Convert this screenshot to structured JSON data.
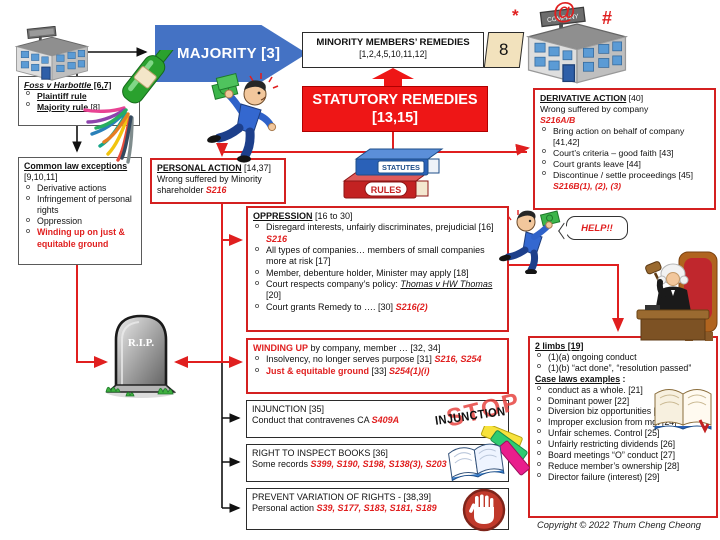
{
  "majority": {
    "label": "MAJORITY [3]"
  },
  "minority": {
    "title": "MINORITY MEMBERS’ REMEDIES",
    "refs": "[1,2,4,5,10,11,12]",
    "page": "8"
  },
  "marks": {
    "asterisk": "*",
    "at": "@",
    "hash": "#"
  },
  "statutory": {
    "line1": "STATUTORY REMEDIES",
    "line2": "[13,15]"
  },
  "foss": {
    "title": "Foss v Harbottle",
    "title_ref": " [6,7]",
    "item1": "Plaintiff rule",
    "item2": "Majority rule",
    "item2_ref": " [8]"
  },
  "common_law": {
    "title": "Common law exceptions",
    "title_ref": " [9,10,11]",
    "items": [
      "Derivative actions",
      "Infringement of personal rights",
      "Oppression"
    ],
    "red_item": "Winding up on just & equitable ground"
  },
  "personal": {
    "title": "PERSONAL ACTION",
    "title_ref": " [14,37]",
    "body": "Wrong suffered by Minority shareholder ",
    "ref": "S216"
  },
  "oppression": {
    "title": "OPPRESSION",
    "title_ref": " [16 to 30]",
    "i1": "Disregard interests, unfairly discriminates, prejudicial [16]  ",
    "i1_ref": "S216",
    "i2": "All types of companies… members of small companies more at risk [17]",
    "i3": "Member, debenture holder, Minister may apply [18]",
    "i4": "Court respects company’s policy: ",
    "i4_case": "Thomas v HW Thomas",
    "i4_tail": " [20]",
    "i5": "Court grants Remedy to …. [30] ",
    "i5_ref": "S216(2)"
  },
  "winding": {
    "lead": "WINDING UP",
    "lead_tail": " by company, member …  [32, 34]",
    "i1": "Insolvency, no longer serves purpose [31] ",
    "i1_ref": "S216, S254",
    "i2": "Just & equitable ground",
    "i2_mid": " [33] ",
    "i2_ref": "S254(1)(i)"
  },
  "injunction": {
    "title": "INJUNCTION [35]",
    "body": "Conduct that contravenes CA ",
    "ref": "S409A",
    "stamp": "INJUNCTION",
    "stamp_bg": "STOP"
  },
  "inspect": {
    "title": "RIGHT TO INSPECT BOOKS [36]",
    "body": "Some records ",
    "ref": "S399, S190, S198, S138(3), S203"
  },
  "prevent": {
    "title": "PREVENT VARIATION OF RIGHTS - [38,39]",
    "body": "Personal action ",
    "ref": "S39, S177, S183, S181, S189"
  },
  "derivative": {
    "title": "DERIVATIVE ACTION",
    "title_ref": " [40]",
    "sub": "Wrong suffered by company",
    "sub_ref": "S216A/B",
    "i1": "Bring action on behalf of company [41,42]",
    "i2": "Court’s criteria – good faith [43]",
    "i3": "Court grants leave [44]",
    "i4": "Discontinue / settle proceedings [45] ",
    "i4_ref": "S216B(1), (2), (3)"
  },
  "two_limbs": {
    "title": "2 limbs [19]",
    "i1": "(1)(a) ongoing conduct",
    "i2": "(1)(b) “act done”, “resolution passed”",
    "subtitle": "Case laws examples",
    "subtitle_tail": " :",
    "cases": [
      "conduct as a whole. [21]",
      "Dominant power [22]",
      "Diversion biz opportunities [23]",
      "Improper exclusion from mgt [24]",
      "Unfair schemes. Control [25]",
      "Unfairly restricting dividends [26]",
      "Board meetings “O” conduct [27]",
      "Reduce member’s ownership [28]",
      "Director failure (interest) [29]"
    ]
  },
  "icons": {
    "statutes_book": "STATUTES",
    "rules_book": "RULES",
    "gravestone": "R.I.P.",
    "help_bubble": "HELP!!",
    "company_sign": "COMPANY"
  },
  "copyright": "Copyright © 2022 Thum Cheng Cheong"
}
